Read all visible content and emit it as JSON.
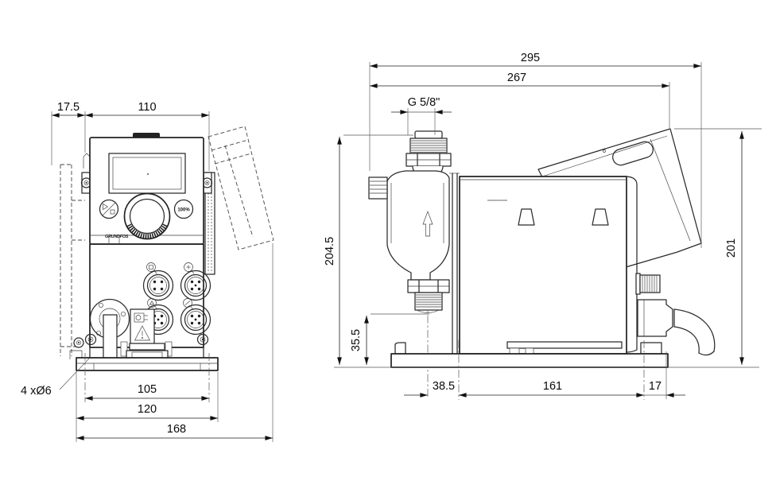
{
  "front_view": {
    "dimensions": {
      "bracket_offset": "17.5",
      "panel_width": "110",
      "mounting_holes": "4 xØ6",
      "hole_spacing": "105",
      "base_width": "120",
      "overall_width": "168"
    },
    "controls": {
      "capacity_button": "100%",
      "logo": "GRUNDFOS"
    }
  },
  "side_view": {
    "dimensions": {
      "overall_length": "295",
      "length_to_panel_edge": "267",
      "connection_thread": "G 5/8\"",
      "height_overall": "204.5",
      "suction_valve_height": "35.5",
      "rear_height": "201",
      "head_offset": "38.5",
      "mounting_hole_spacing": "161",
      "rear_overhang": "17"
    }
  },
  "icons": {
    "start_stop_button": "play-pause-slash",
    "warning_label": "exclamation-triangle",
    "electrical_label": "plug",
    "flow_direction": "up-arrow"
  }
}
